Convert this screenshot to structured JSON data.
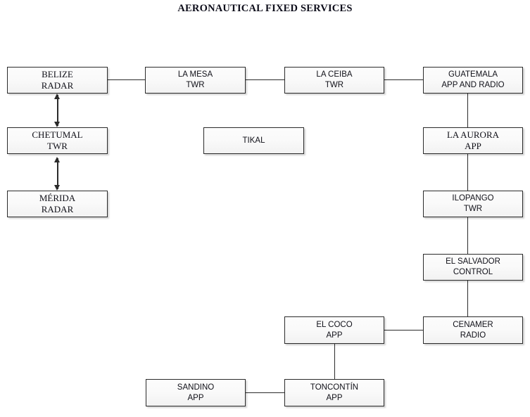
{
  "title": "AERONAUTICAL FIXED SERVICES",
  "diagram": {
    "type": "node-link",
    "background_color": "#ffffff",
    "node_fill_color": "#fafafa",
    "node_border_color": "#2b2b2b",
    "edge_color": "#2b2b2b",
    "nodes": [
      {
        "id": "belize",
        "line1": "BELIZE",
        "line2": "RADAR",
        "font": "serif"
      },
      {
        "id": "la_mesa",
        "line1": "LA MESA",
        "line2": "TWR",
        "font": "sans"
      },
      {
        "id": "la_ceiba",
        "line1": "LA CEIBA",
        "line2": "TWR",
        "font": "sans"
      },
      {
        "id": "guatemala",
        "line1": "GUATEMALA",
        "line2": "APP AND RADIO",
        "font": "sans"
      },
      {
        "id": "chetumal",
        "line1": "CHETUMAL",
        "line2": "TWR",
        "font": "serif"
      },
      {
        "id": "tikal",
        "line1": "TIKAL",
        "line2": "",
        "font": "sans"
      },
      {
        "id": "la_aurora",
        "line1": "LA AURORA",
        "line2": "APP",
        "font": "serif"
      },
      {
        "id": "merida",
        "line1": "MÉRIDA",
        "line2": "RADAR",
        "font": "serif"
      },
      {
        "id": "ilopango",
        "line1": "ILOPANGO",
        "line2": "TWR",
        "font": "sans"
      },
      {
        "id": "el_salvador",
        "line1": "EL SALVADOR",
        "line2": "CONTROL",
        "font": "sans"
      },
      {
        "id": "el_coco",
        "line1": "EL COCO",
        "line2": "APP",
        "font": "sans"
      },
      {
        "id": "cenamer",
        "line1": "CENAMER",
        "line2": "RADIO",
        "font": "sans"
      },
      {
        "id": "sandino",
        "line1": "SANDINO",
        "line2": "APP",
        "font": "sans"
      },
      {
        "id": "toncontin",
        "line1": "TONCONTÍN",
        "line2": "APP",
        "font": "sans"
      }
    ],
    "links": [
      {
        "from": "belize",
        "to": "la_mesa",
        "style": "plain"
      },
      {
        "from": "la_mesa",
        "to": "la_ceiba",
        "style": "plain"
      },
      {
        "from": "la_ceiba",
        "to": "guatemala",
        "style": "plain"
      },
      {
        "from": "belize",
        "to": "chetumal",
        "style": "double-arrow"
      },
      {
        "from": "chetumal",
        "to": "merida",
        "style": "double-arrow"
      },
      {
        "from": "guatemala",
        "to": "la_aurora",
        "style": "plain"
      },
      {
        "from": "la_aurora",
        "to": "ilopango",
        "style": "plain"
      },
      {
        "from": "ilopango",
        "to": "el_salvador",
        "style": "plain"
      },
      {
        "from": "el_salvador",
        "to": "cenamer",
        "style": "plain"
      },
      {
        "from": "cenamer",
        "to": "el_coco",
        "style": "plain"
      },
      {
        "from": "el_coco",
        "to": "toncontin",
        "style": "plain"
      },
      {
        "from": "toncontin",
        "to": "sandino",
        "style": "plain"
      }
    ],
    "isolated_nodes": [
      "tikal"
    ]
  }
}
